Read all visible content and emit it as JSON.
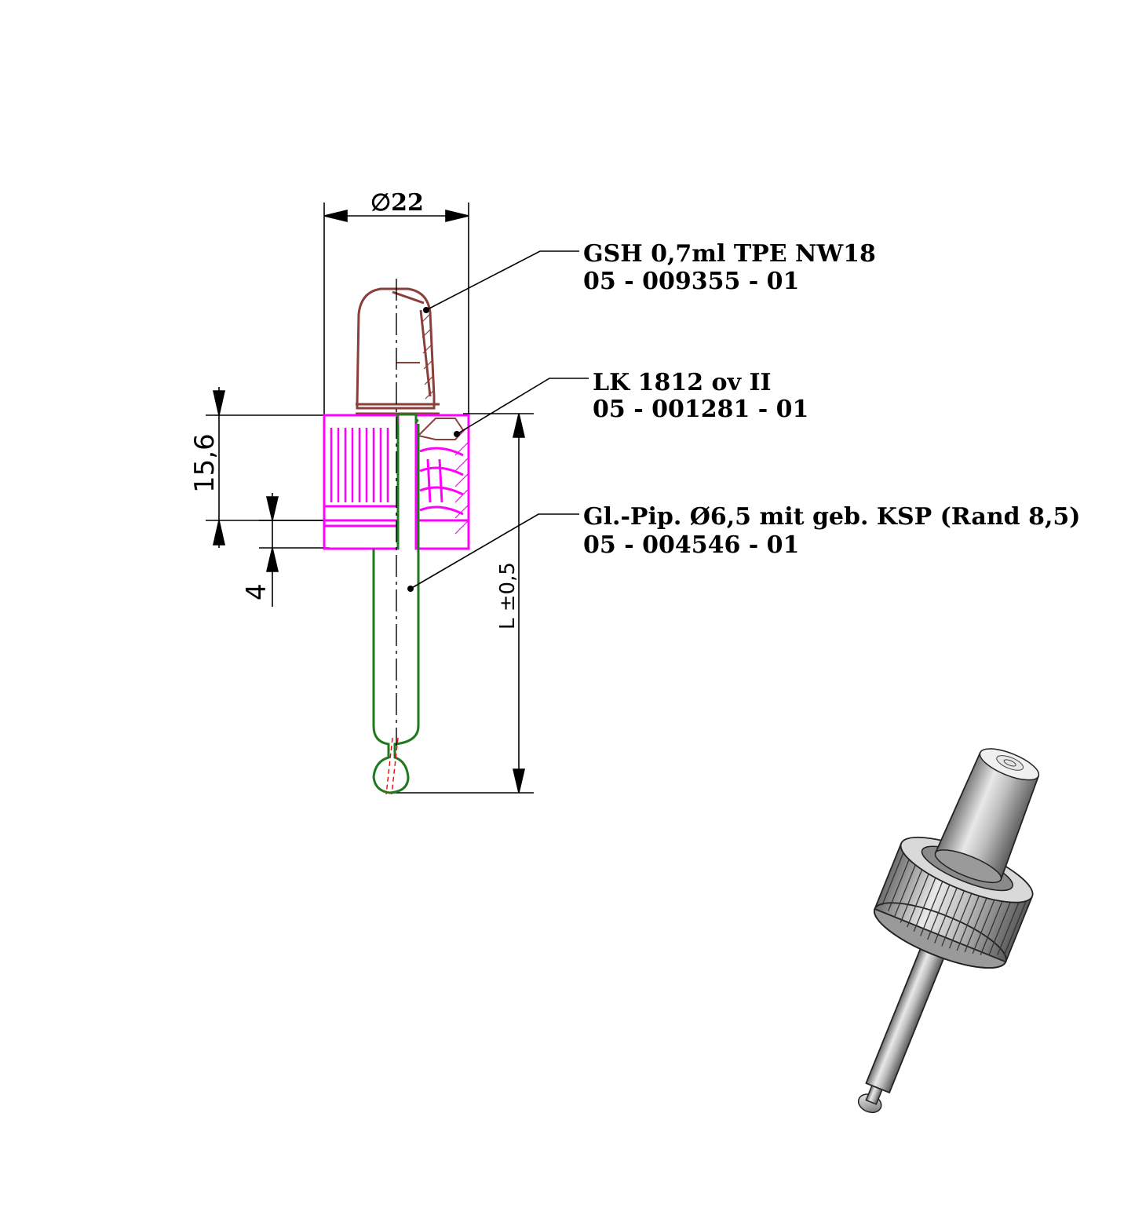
{
  "dimensions": {
    "diameter_label": "∅22",
    "height_label": "15,6",
    "ring_label": "4",
    "length_label": "L ±0,5"
  },
  "callouts": [
    {
      "name": "GSH 0,7ml TPE NW18",
      "code": "05 - 009355 - 01"
    },
    {
      "name": "LK 1812 ov II",
      "code": "05 - 001281 - 01"
    },
    {
      "name": "Gl.-Pip. Ø6,5 mit geb. KSP (Rand 8,5)",
      "code": "05 - 004546 - 01"
    }
  ],
  "colors": {
    "bulb": "#8a3f3a",
    "cap": "#ff00ff",
    "pipette": "#1f7a1f",
    "lines": "#000000",
    "centerline_tip": "#ff0000"
  }
}
